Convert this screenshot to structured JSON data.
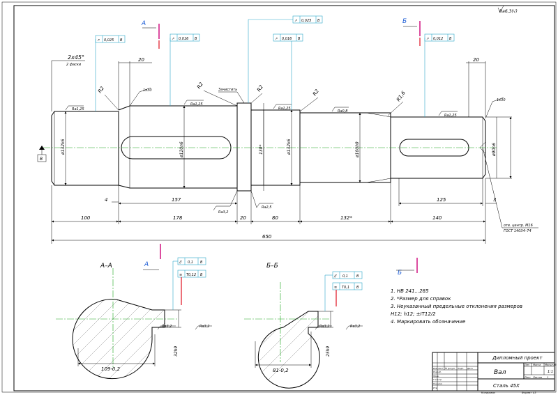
{
  "drawing": {
    "roughness_general": "Ra6,3(√)",
    "sections_labels": {
      "A_top": "A",
      "B_top": "Б",
      "A_bottom": "A",
      "B_bottom": "Б"
    },
    "section_views": {
      "aa_title": "А–А",
      "bb_title": "Б–Б"
    },
    "datum": "B",
    "tolerances": {
      "t1": "0,025",
      "t1d": "B",
      "t2": "0,016",
      "t2d": "B",
      "t3": "0,025",
      "t3d": "B",
      "t4": "0,016",
      "t4d": "B",
      "t5": "0,012",
      "t5d": "B",
      "aa_par": "//",
      "aa_par_v": "0,1",
      "aa_par_d": "B",
      "aa_sym": "≡",
      "aa_sym_v": "T0,12",
      "aa_sym_d": "B",
      "bb_par": "//",
      "bb_par_v": "0,1",
      "bb_par_d": "B",
      "bb_sym": "≡",
      "bb_sym_v": "T0,1",
      "bb_sym_d": "B"
    },
    "chamfer": {
      "value": "2x45°",
      "note": "2 фаски"
    },
    "radii": {
      "r1": "R2",
      "r2": "R2",
      "r3": "R2",
      "r4": "R2",
      "r5": "R1,6"
    },
    "roughness": {
      "ra1": "Ra1,25",
      "ra2": "Ra1,25",
      "ra3": "Ra1,25",
      "ra4": "Ra0,8",
      "ra5": "Ra1,25",
      "ra6": "Ra3,2",
      "ra7": "Ra2,5",
      "ra8": "Ra3,2",
      "ra9": "Ra3,2",
      "ra10": "Ra3,2",
      "ra11": "Ra3,2"
    },
    "diameters": {
      "d1": "ø132k6",
      "d2": "ø120n6",
      "d3": "130*",
      "d4": "ø132k6",
      "d5": "ø100h9",
      "d6": "ø90n6"
    },
    "dims": {
      "d20a": "20",
      "d20b": "20",
      "d4": "4",
      "d157": "157",
      "d125": "125",
      "d3": "3",
      "d100": "100",
      "d178": "178",
      "d20c": "20",
      "d80": "80",
      "d132": "132*",
      "d140": "140",
      "d650": "650",
      "d130": "130"
    },
    "labels": {
      "zachistit": "Зачистить",
      "centre": "отв. центр. М16",
      "gost": "ГОСТ 14034–74"
    },
    "section_dims": {
      "aa_width": "109-0,2",
      "aa_slot": "32h9",
      "bb_width": "81-0,2",
      "bb_slot": "25h9"
    },
    "notes": [
      "1. НВ 241...285",
      "2. *Размер для справок",
      "3. Неуказанный предельные отклонения размеров",
      "H12; h12; ±IT12/2",
      "4. Маркировать обозначение"
    ]
  },
  "title_block": {
    "project": "Дипломный проект",
    "name": "Вал",
    "material": "Сталь 45Х",
    "scale": "1:1",
    "lit_header": "Лит.",
    "mass_header": "Масса",
    "scale_header": "Масштаб",
    "sheet": "Лист",
    "sheets": "Листов",
    "sheets_count": "1",
    "rows": [
      "Изм.",
      "Лист",
      "№ докум.",
      "Подп.",
      "Дата"
    ],
    "roles": [
      "Разраб.",
      "Пров.",
      "Т.контр.",
      "Н.контр.",
      "Утв."
    ],
    "format": "Формат",
    "format_value": "A3",
    "copy": "Копировал"
  }
}
